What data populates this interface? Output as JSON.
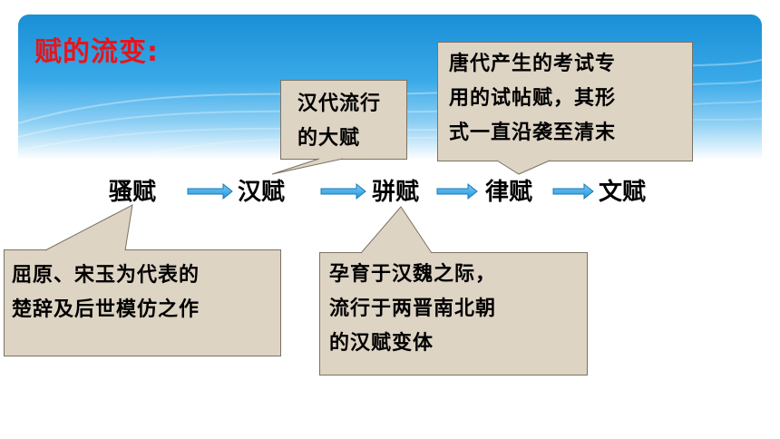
{
  "title": "赋的流变:",
  "stages": [
    "骚赋",
    "汉赋",
    "骈赋",
    "律赋",
    "文赋"
  ],
  "callouts": {
    "han": [
      "汉代流行",
      "的大赋"
    ],
    "lv": [
      "唐代产生的考试专",
      "用的试帖赋，其形",
      "式一直沿袭至清末"
    ],
    "sao": [
      "屈原、宋玉为代表的",
      "楚辞及后世模仿之作"
    ],
    "pian": [
      "孕育于汉魏之际，",
      "流行于两晋南北朝",
      "的汉赋变体"
    ]
  },
  "colors": {
    "title": "#e8141b",
    "arrow": "#1f97e0",
    "callout_fill": "#ddd4c4",
    "callout_border": "#7a7264",
    "banner_top": "#1a8fd6"
  }
}
